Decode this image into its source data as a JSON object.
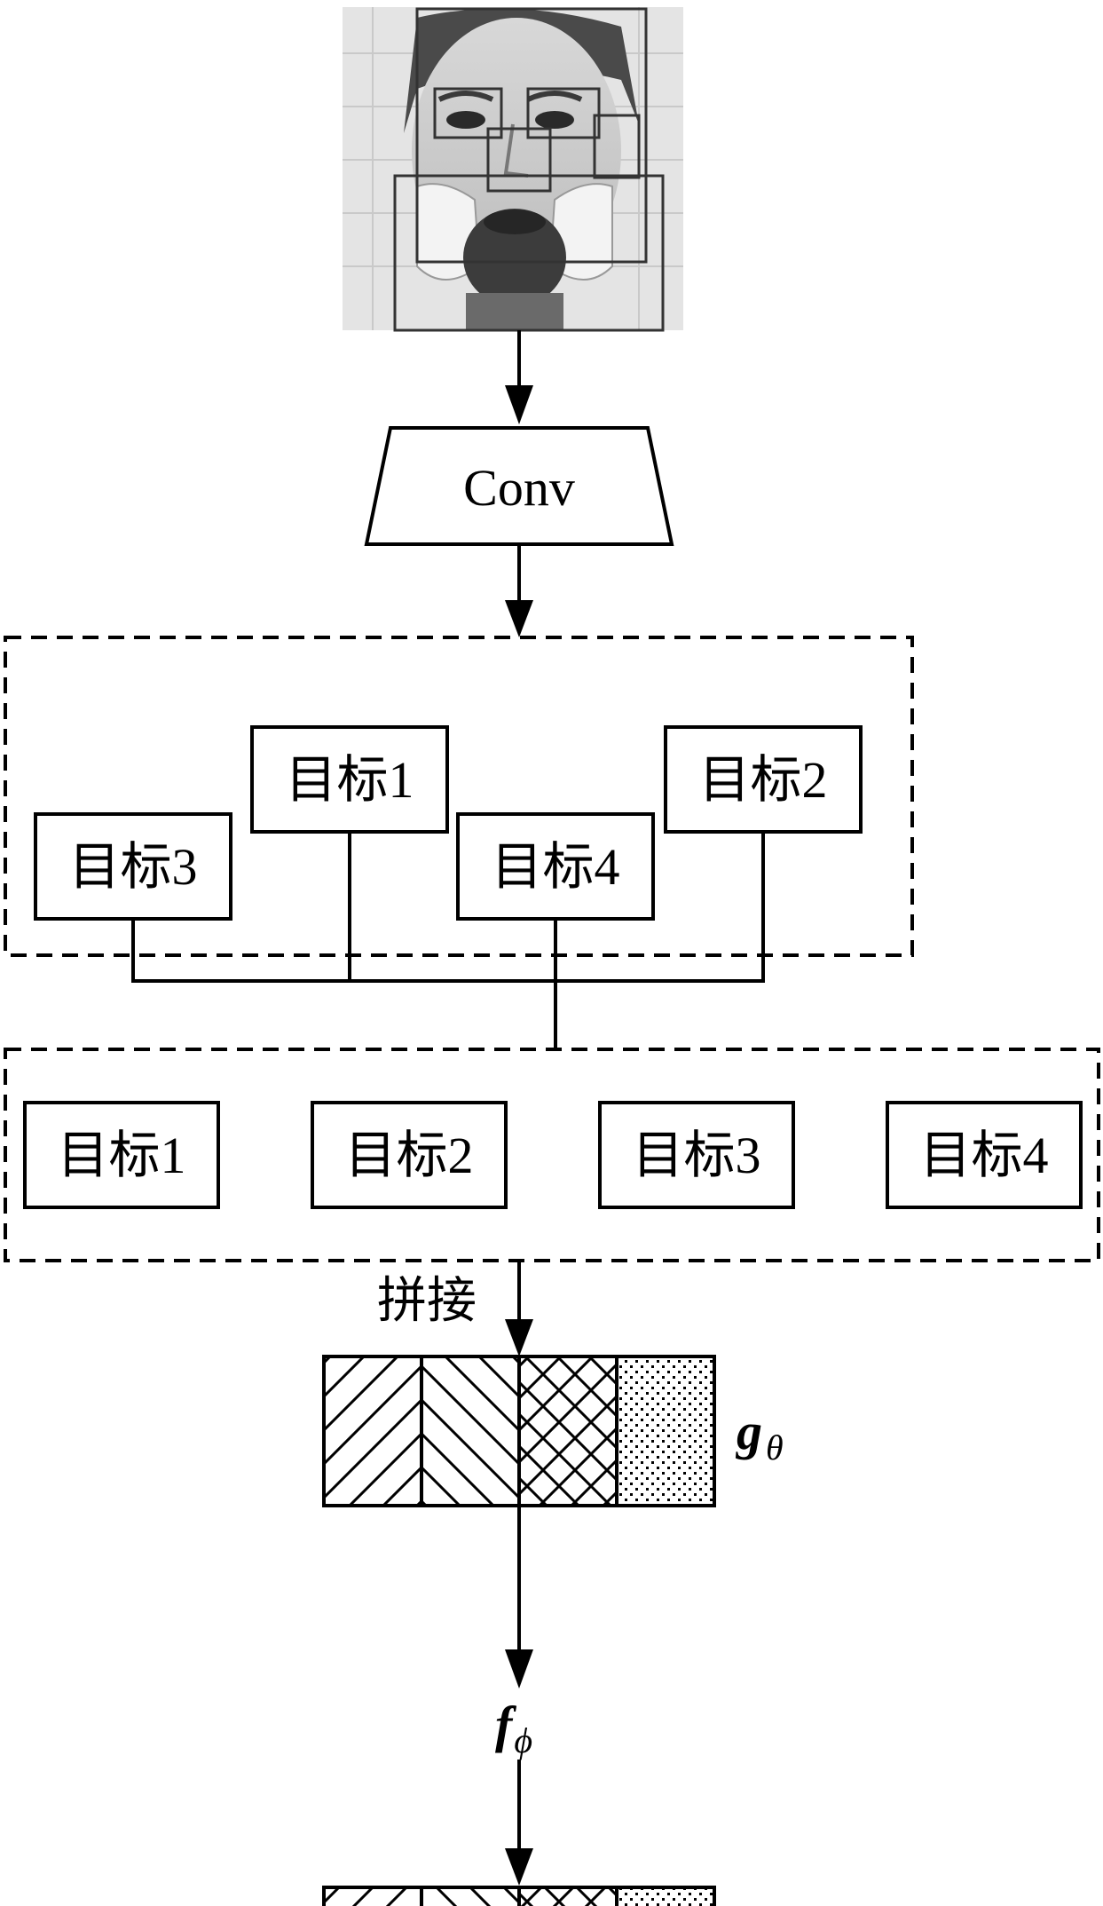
{
  "photo": {
    "description_icon": "face-photo-with-region-boxes"
  },
  "conv_label": "Conv",
  "targets_group": {
    "boxes": [
      {
        "label": "目标1"
      },
      {
        "label": "目标2"
      },
      {
        "label": "目标3"
      },
      {
        "label": "目标4"
      }
    ]
  },
  "ordered_group": {
    "boxes": [
      {
        "label": "目标1"
      },
      {
        "label": "目标2"
      },
      {
        "label": "目标3"
      },
      {
        "label": "目标4"
      }
    ]
  },
  "concat_label": "拼接",
  "g_theta": {
    "main": "g",
    "sub": "θ"
  },
  "f_phi": {
    "main": "f",
    "sub": "ϕ"
  }
}
